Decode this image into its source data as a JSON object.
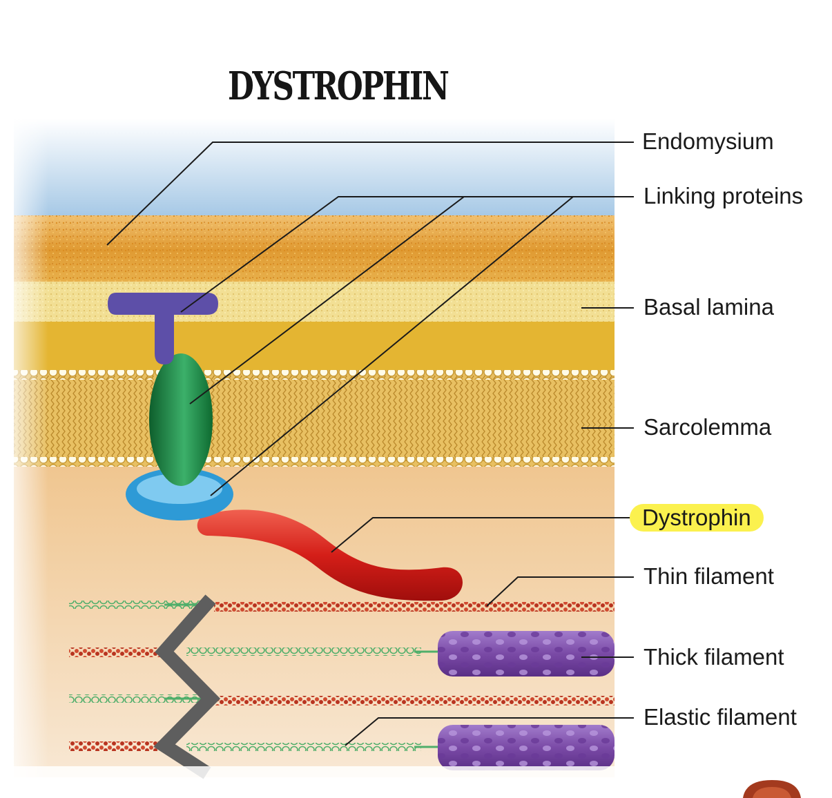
{
  "title": "DYSTROPHIN",
  "labels": {
    "endomysium": "Endomysium",
    "linking_proteins": "Linking proteins",
    "basal_lamina": "Basal lamina",
    "sarcolemma": "Sarcolemma",
    "dystrophin": "Dystrophin",
    "thin_filament": "Thin filament",
    "thick_filament": "Thick filament",
    "elastic_filament": "Elastic filament"
  },
  "colors": {
    "endomysium": "#e8a53a",
    "basal_lamina": "#f0dc8e",
    "sarcolemma": "#e2b24a",
    "cytoplasm": "#f4d8b2",
    "linking_protein_top": "#6a5bb2",
    "linking_protein_middle": "#1e8c45",
    "linking_protein_bottom": "#3aa3d8",
    "dystrophin": "#d8221e",
    "thin_filament": "#c9402a",
    "thick_filament": "#8a5bb0",
    "elastic_filament": "#4fae6a",
    "z_disc": "#666666",
    "highlight": "#fbf14e"
  }
}
